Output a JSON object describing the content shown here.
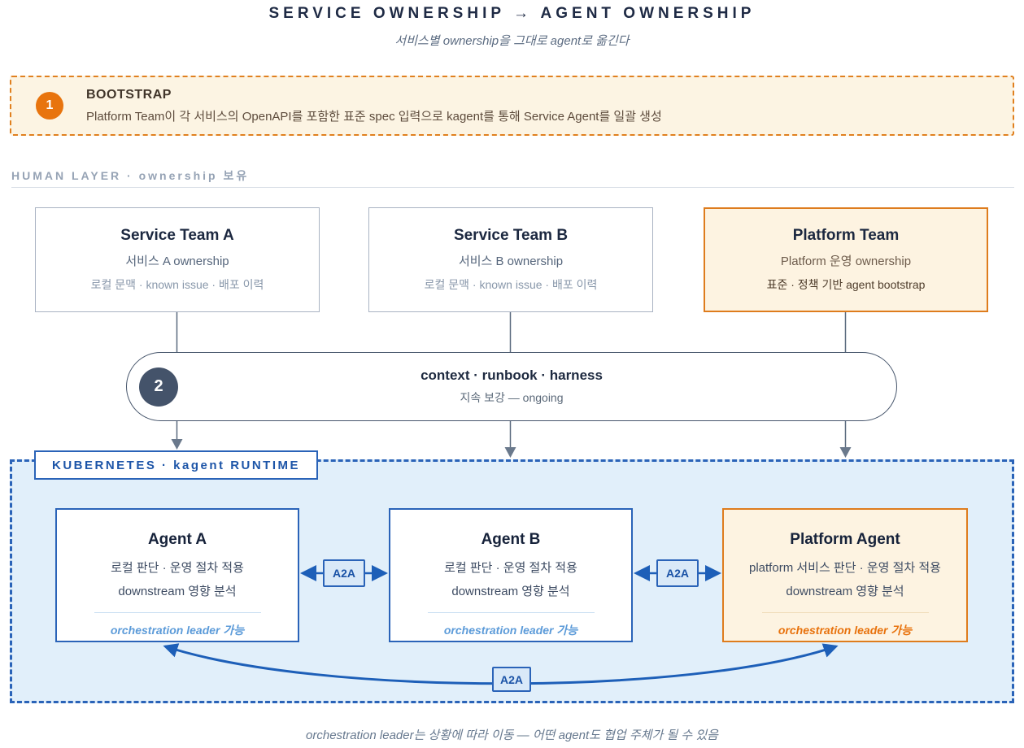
{
  "title": "SERVICE OWNERSHIP → AGENT OWNERSHIP",
  "subtitle": "서비스별 ownership을 그대로 agent로 옮긴다",
  "bootstrap": {
    "step_number": "1",
    "title": "BOOTSTRAP",
    "description": "Platform Team이 각 서비스의 OpenAPI를 포함한 표준 spec 입력으로 kagent를 통해 Service Agent를 일괄 생성"
  },
  "human_layer": {
    "label": "HUMAN LAYER · ownership 보유",
    "teams": [
      {
        "name": "Service Team A",
        "subtitle": "서비스 A ownership",
        "detail": "로컬 문맥 · known issue · 배포 이력",
        "variant": "default"
      },
      {
        "name": "Service Team B",
        "subtitle": "서비스 B ownership",
        "detail": "로컬 문맥 · known issue · 배포 이력",
        "variant": "default"
      },
      {
        "name": "Platform Team",
        "subtitle": "Platform 운영 ownership",
        "detail": "표준 · 정책 기반 agent bootstrap",
        "variant": "platform"
      }
    ]
  },
  "enrichment": {
    "step_number": "2",
    "title": "context · runbook · harness",
    "subtitle": "지속 보강 — ongoing"
  },
  "runtime": {
    "label": "KUBERNETES · kagent RUNTIME",
    "a2a_label": "A2A",
    "agents": [
      {
        "name": "Agent A",
        "line1": "로컬 판단 · 운영 절차 적용",
        "line2": "downstream 영향 분석",
        "footer": "orchestration leader 가능",
        "variant": "default"
      },
      {
        "name": "Agent B",
        "line1": "로컬 판단 · 운영 절차 적용",
        "line2": "downstream 영향 분석",
        "footer": "orchestration leader 가능",
        "variant": "default"
      },
      {
        "name": "Platform Agent",
        "line1": "platform 서비스 판단 · 운영 절차 적용",
        "line2": "downstream 영향 분석",
        "footer": "orchestration leader 가능",
        "variant": "platform"
      }
    ]
  },
  "footnote": "orchestration leader는 상황에 따라 이동 — 어떤 agent도 협업 주체가 될 수 있음",
  "colors": {
    "title_navy": "#1E2A44",
    "orange_border": "#DE7C1D",
    "orange_step": "#E8740E",
    "cream_bg": "#FCF4E3",
    "slate_border": "#46556B",
    "slate_step": "#44536A",
    "blue_border": "#2A63B8",
    "blue_text": "#1D55A8",
    "light_blue_bg": "#E1EFFA",
    "a2a_badge_bg": "#D9E9F8",
    "arrow_blue": "#1D5FB8",
    "connector_gray": "#5A6A7E",
    "footer_blue": "#5C9BD9",
    "footer_orange": "#E8720C"
  }
}
